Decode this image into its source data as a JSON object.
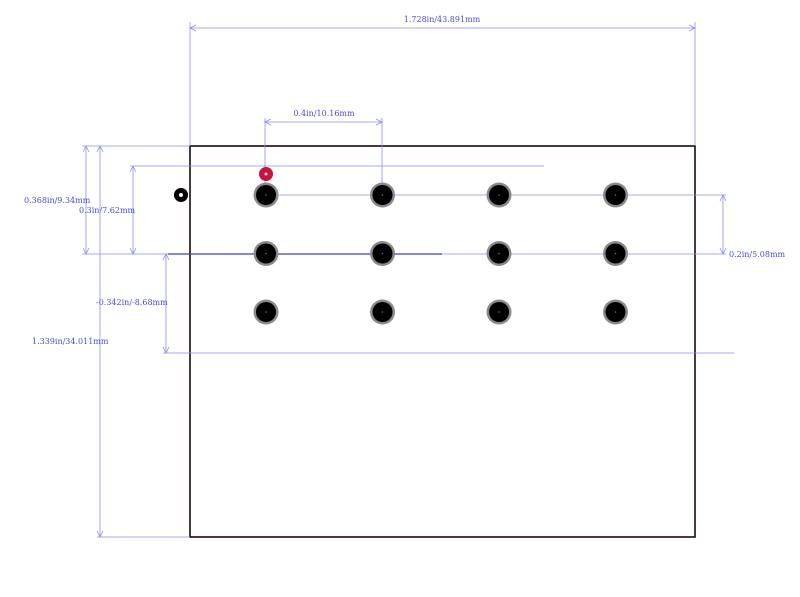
{
  "dimensions": {
    "total_width": "1.728in/43.891mm",
    "pin_pitch_x": "0.4in/10.16mm",
    "top_offset": "0.368in/9.34mm",
    "row_offset": "0.3in/7.62mm",
    "pin_pitch_y": "0.2in/5.08mm",
    "bottom_offset": "-0.342in/-8.68mm",
    "total_height": "1.339in/34.011mm"
  },
  "footprint": {
    "columns": 4,
    "rows": 3,
    "pin1_marker": "pin-1-indicator",
    "origin_marker": "origin-marker"
  },
  "colors": {
    "dimension": "#8c8cf0",
    "dimension_text": "#4b4bdc",
    "outline": "#1a0a0a",
    "pad_ring": "#8a8a8a",
    "pad_hole": "#000000",
    "pin1": "#c8143c",
    "centerline": "#3c3cc8"
  }
}
